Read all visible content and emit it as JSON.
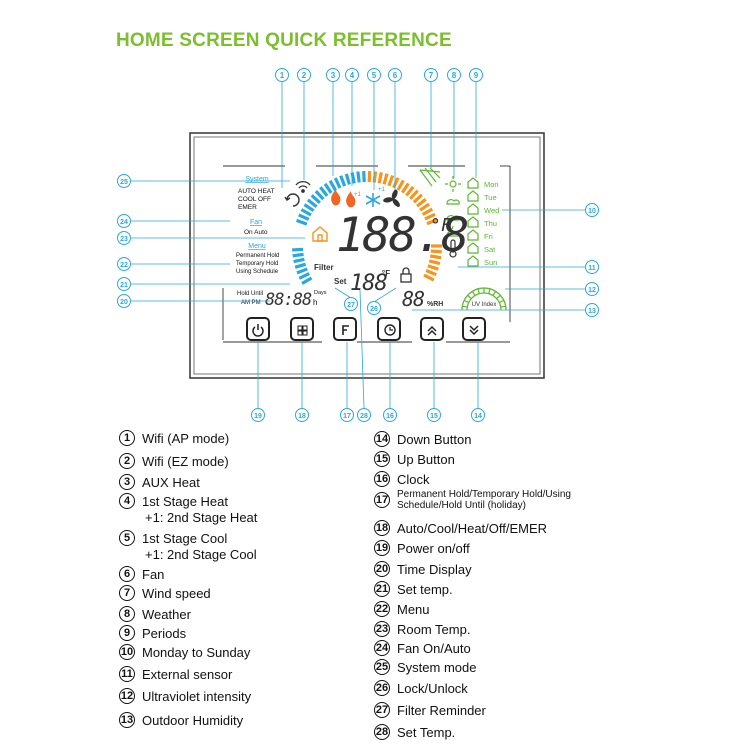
{
  "title": "HOME SCREEN QUICK REFERENCE",
  "colors": {
    "title": "#7cbf2e",
    "callout": "#29a8e0",
    "frame": "#222222",
    "heat": "#f7941d",
    "cool": "#29a8e0",
    "green": "#5cb82e"
  },
  "screen": {
    "system_label": "System",
    "system_modes": [
      "AUTO  HEAT",
      "COOL  OFF",
      "EMER"
    ],
    "fan_label": "Fan",
    "fan_modes": "On  Auto",
    "menu_label": "Menu",
    "menu_items": [
      "Permanent Hold",
      "Temporary Hold",
      "Using Schedule"
    ],
    "hold_until": "Hold Until",
    "am_pm": "AM PM",
    "time_digits": "88:88",
    "days_label": "Days",
    "hours_label": "h",
    "filter_label": "Filter",
    "set_label": "Set",
    "main_digits": "188.8",
    "main_unit": "°F",
    "set_digits": "188",
    "set_unit": "°F",
    "humidity_digits": "88",
    "humidity_unit": "%RH",
    "uv_label": "UV Index",
    "days": [
      "Mon",
      "Tue",
      "Wed",
      "Thu",
      "Fri",
      "Sat",
      "Sun"
    ]
  },
  "callouts": [
    "1",
    "2",
    "3",
    "4",
    "5",
    "6",
    "7",
    "8",
    "9",
    "10",
    "11",
    "12",
    "13",
    "14",
    "15",
    "16",
    "17",
    "18",
    "19",
    "20",
    "21",
    "22",
    "23",
    "24",
    "25",
    "26",
    "27",
    "28"
  ],
  "legend": [
    {
      "n": "1",
      "text": "Wifi  (AP mode)"
    },
    {
      "n": "2",
      "text": "Wifi  (EZ mode)"
    },
    {
      "n": "3",
      "text": "AUX Heat"
    },
    {
      "n": "4",
      "text": "1st Stage Heat",
      "sub": "+1: 2nd Stage Heat"
    },
    {
      "n": "5",
      "text": "1st Stage Cool",
      "sub": "+1: 2nd Stage Cool"
    },
    {
      "n": "6",
      "text": "Fan"
    },
    {
      "n": "7",
      "text": "Wind speed"
    },
    {
      "n": "8",
      "text": "Weather"
    },
    {
      "n": "9",
      "text": "Periods"
    },
    {
      "n": "10",
      "text": "Monday to Sunday"
    },
    {
      "n": "11",
      "text": "External sensor"
    },
    {
      "n": "12",
      "text": "Ultraviolet intensity"
    },
    {
      "n": "13",
      "text": "Outdoor Humidity"
    },
    {
      "n": "14",
      "text": "Down Button"
    },
    {
      "n": "15",
      "text": "Up Button"
    },
    {
      "n": "16",
      "text": "Clock"
    },
    {
      "n": "17",
      "text": "Permanent Hold/Temporary Hold/Using Schedule/Hold Until (holiday)"
    },
    {
      "n": "18",
      "text": "Auto/Cool/Heat/Off/EMER"
    },
    {
      "n": "19",
      "text": "Power on/off"
    },
    {
      "n": "20",
      "text": "Time Display"
    },
    {
      "n": "21",
      "text": "Set temp."
    },
    {
      "n": "22",
      "text": "Menu"
    },
    {
      "n": "23",
      "text": "Room Temp."
    },
    {
      "n": "24",
      "text": "Fan On/Auto"
    },
    {
      "n": "25",
      "text": "System mode"
    },
    {
      "n": "26",
      "text": "Lock/Unlock"
    },
    {
      "n": "27",
      "text": "Filter Reminder"
    },
    {
      "n": "28",
      "text": "Set Temp."
    }
  ]
}
